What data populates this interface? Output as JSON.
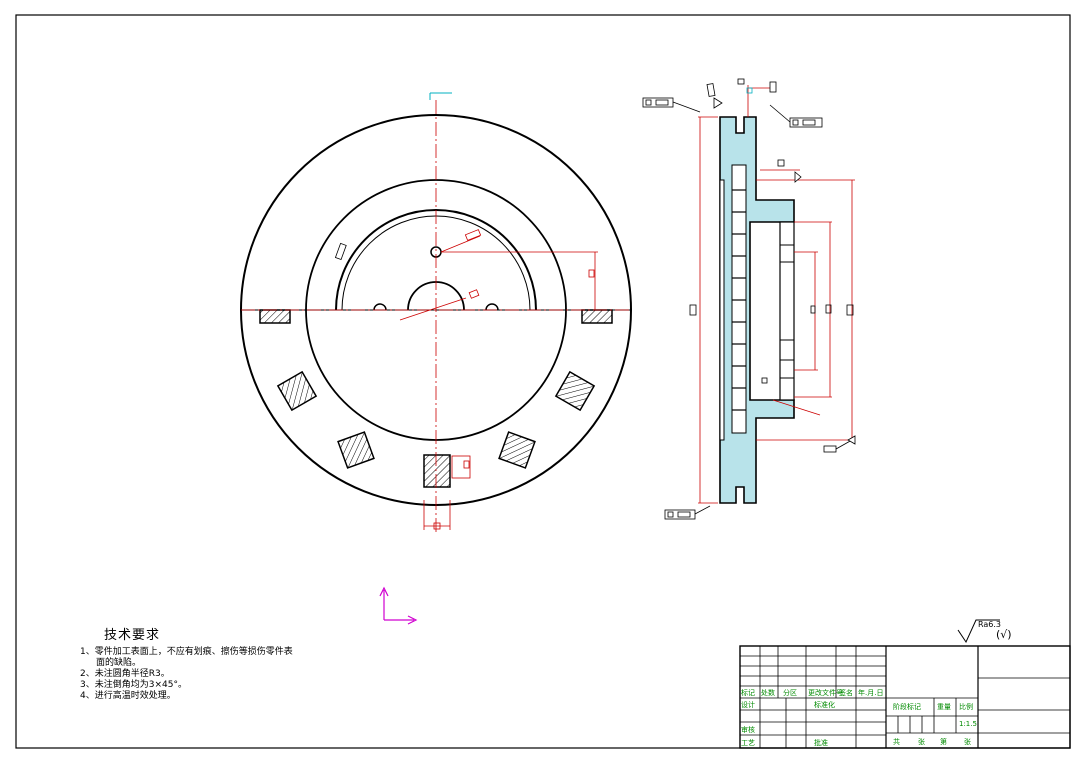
{
  "tech_requirements": {
    "heading": "技术要求",
    "lines": [
      "1、零件加工表面上，不应有划痕、擦伤等损伤零件表",
      "面的缺陷。",
      "2、未注圆角半径R3。",
      "3、未注倒角均为3×45°。",
      "4、进行高温时效处理。"
    ]
  },
  "surface_roughness": {
    "value": "Ra6.3",
    "bracket": "(√)"
  },
  "title_block": {
    "revision_headers": [
      "标记",
      "处数",
      "分区",
      "更改文件号",
      "签名",
      "年.月.日"
    ],
    "design": "设计",
    "standardization": "标准化",
    "review": "审核",
    "process": "工艺",
    "approve": "批准",
    "stage_mark": "阶段标记",
    "weight": "重量",
    "ratio": "比例",
    "scale": "1:1.5",
    "sheets": [
      "共",
      "张",
      "第",
      "张"
    ]
  },
  "colors": {
    "outline": "#000000",
    "center": "#cc0000",
    "dimension": "#cc0000",
    "section_fill": "#b8e3ea",
    "title_block": "#008a00",
    "ucs": "#d000d0",
    "cyan": "#00b0c0"
  }
}
